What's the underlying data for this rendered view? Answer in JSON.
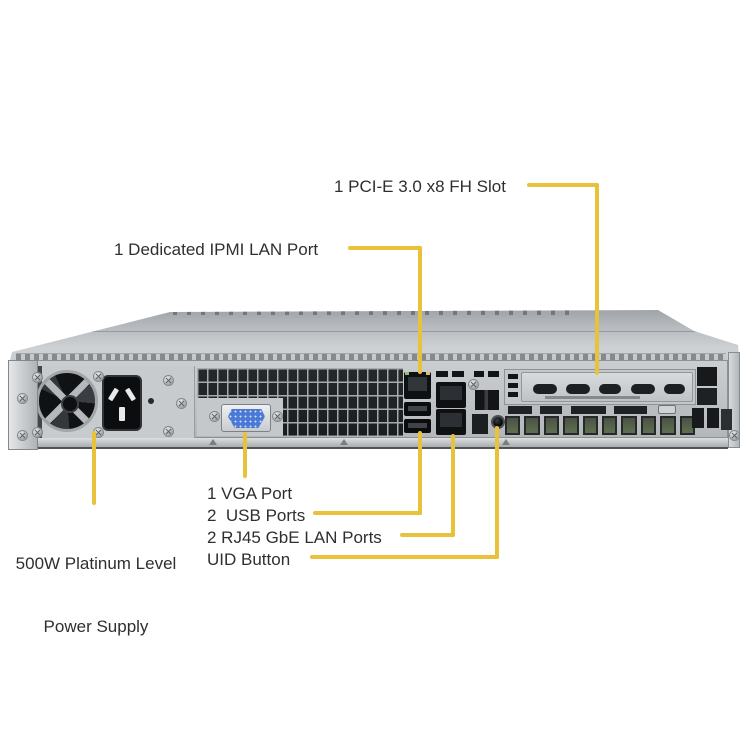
{
  "page": {
    "background": "#ffffff"
  },
  "colors": {
    "accent_line": "#e8c23b",
    "label_text": "#2f2f2f",
    "chassis_light": "#ced1d4",
    "chassis_mid": "#bfc2c5",
    "port_dark": "#0e1012",
    "vga_blue": "#4b79d4",
    "pcb_green": "#5f7050"
  },
  "callouts": {
    "pcie_slot": "1 PCI-E 3.0 x8 FH Slot",
    "ipmi_lan": "1 Dedicated IPMI LAN Port",
    "psu_line1": "500W Platinum Level",
    "psu_line2": "Power Supply",
    "vga": "1 VGA Port",
    "usb": "2  USB Ports",
    "lan": "2 RJ45 GbE LAN Ports",
    "uid": "UID Button"
  },
  "hardware": {
    "view": "1U rackmount server rear view",
    "parts": [
      "psu-fan",
      "ac-power-inlet",
      "vga-port",
      "ipmi-lan-port",
      "usb-port-1",
      "usb-port-2",
      "gbe-lan-port-1",
      "gbe-lan-port-2",
      "uid-button",
      "pcie-slot-bracket",
      "rack-ear-left",
      "rack-ear-right"
    ]
  }
}
